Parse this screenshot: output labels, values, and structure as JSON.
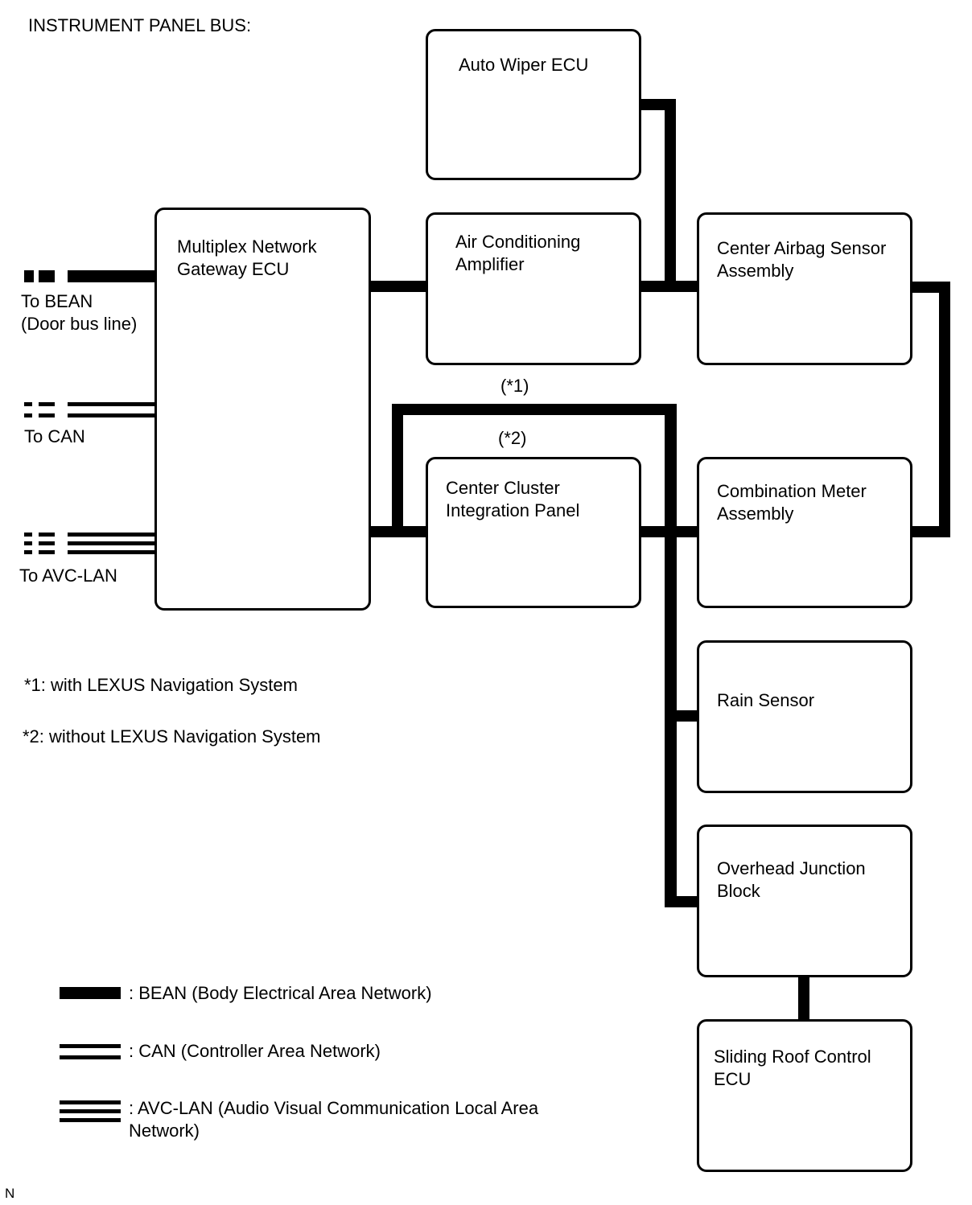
{
  "title": "INSTRUMENT PANEL BUS:",
  "ecus": {
    "auto_wiper": "Auto Wiper ECU",
    "gateway": "Multiplex Network\nGateway ECU",
    "air_conditioning": "Air Conditioning\nAmplifier",
    "center_airbag": "Center Airbag Sensor\nAssembly",
    "center_cluster": "Center Cluster\nIntegration Panel",
    "combination_meter": "Combination Meter\nAssembly",
    "rain_sensor": "Rain Sensor",
    "overhead_junction": "Overhead Junction\nBlock",
    "sliding_roof": "Sliding Roof Control\nECU"
  },
  "external_links": {
    "bean": "To BEAN\n(Door bus line)",
    "can": "To CAN",
    "avc_lan": "To AVC-LAN"
  },
  "variant_marks": {
    "with_nav": "(*1)",
    "without_nav": "(*2)"
  },
  "notes": {
    "note1": "*1: with LEXUS Navigation System",
    "note2": "*2: without LEXUS Navigation System"
  },
  "legend": {
    "bean": ": BEAN (Body Electrical Area Network)",
    "can": ": CAN (Controller Area Network)",
    "avc_lan": ": AVC-LAN (Audio Visual Communication Local Area\n  Network)"
  },
  "corner_mark": "N",
  "colors": {
    "line": "#000000",
    "background": "#ffffff"
  }
}
